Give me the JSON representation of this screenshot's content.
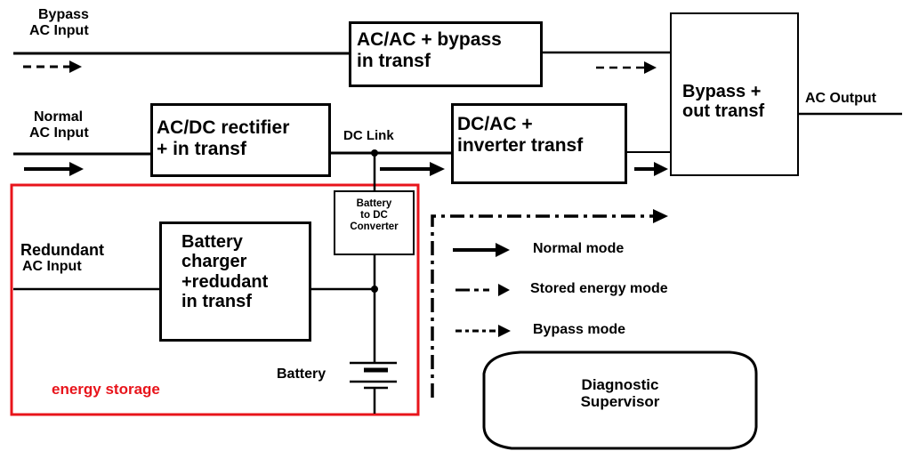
{
  "diagram": {
    "type": "UPS block diagram",
    "inputs": {
      "bypass": "Bypass AC Input",
      "bypass_l1": "Bypass",
      "bypass_l2": "AC Input",
      "normal_l1": "Normal",
      "normal_l2": "AC Input",
      "redundant_l1": "Redundant",
      "redundant_l2": "AC Input"
    },
    "blocks": {
      "acac_l1": "AC/AC + bypass",
      "acac_l2": "in transf",
      "rectifier_l1": "AC/DC rectifier",
      "rectifier_l2": "+ in transf",
      "inverter_l1": "DC/AC +",
      "inverter_l2": "inverter transf",
      "bypass_out_l1": "Bypass +",
      "bypass_out_l2": "out transf",
      "charger_l1": "Battery",
      "charger_l2": "charger",
      "charger_l3": "+redudant",
      "charger_l4": "in transf",
      "converter_l1": "Battery",
      "converter_l2": "to DC",
      "converter_l3": "Converter",
      "supervisor_l1": "Diagnostic",
      "supervisor_l2": "Supervisor"
    },
    "labels": {
      "dc_link": "DC Link",
      "ac_output": "AC Output",
      "battery": "Battery",
      "energy_storage": "energy storage"
    },
    "legend": [
      {
        "style": "solid",
        "label": "Normal mode"
      },
      {
        "style": "dash-dot",
        "label": "Stored energy mode"
      },
      {
        "style": "dotted-dash",
        "label": "Bypass mode"
      }
    ],
    "colors": {
      "line": "#000000",
      "energy_storage": "#e8141b"
    }
  }
}
